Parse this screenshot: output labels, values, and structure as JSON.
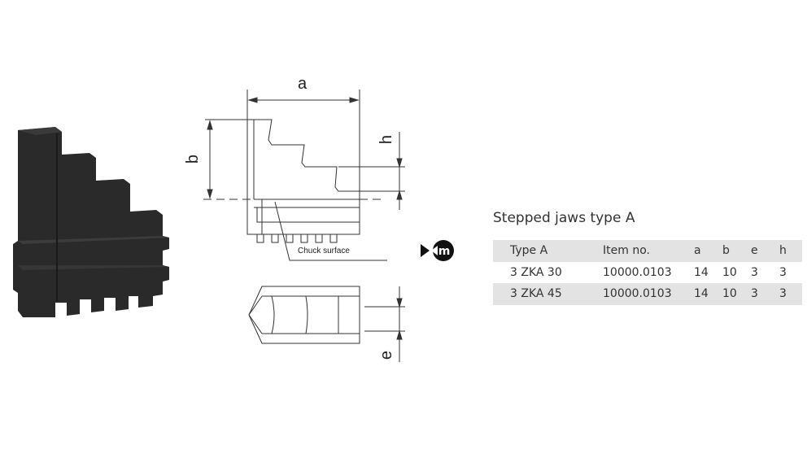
{
  "drawing": {
    "dim_a": "a",
    "dim_b": "b",
    "dim_h": "h",
    "dim_e": "e",
    "chuck_surface_label": "Chuck surface"
  },
  "icon": "machining-symbol-icon",
  "title": "Stepped jaws type A",
  "table": {
    "headers": [
      "Type A",
      "Item no.",
      "a",
      "b",
      "e",
      "h"
    ],
    "rows": [
      [
        "3 ZKA 30",
        "10000.0103",
        "14",
        "10",
        "3",
        "3"
      ],
      [
        "3 ZKA 45",
        "10000.0103",
        "14",
        "10",
        "3",
        "3"
      ]
    ]
  }
}
